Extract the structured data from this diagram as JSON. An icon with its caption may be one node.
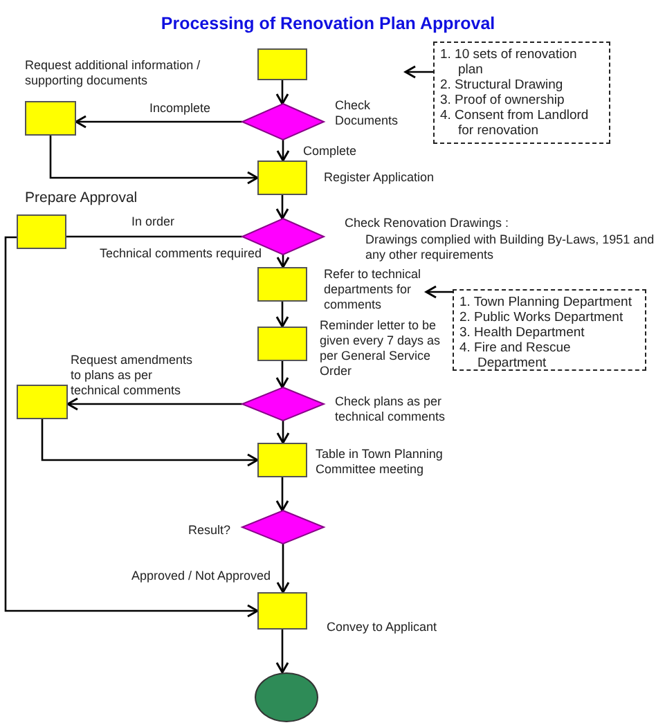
{
  "diagram": {
    "title": "Processing of Renovation Plan Approval",
    "nodes": [
      {
        "text": [],
        "shape": "box"
      },
      {
        "text": [],
        "shape": "diamond",
        "beside": [
          "Check Documents"
        ]
      },
      {
        "text": [],
        "shape": "box",
        "beside": [
          "Request additional information / supporting documents"
        ]
      },
      {
        "text": [],
        "shape": "box",
        "beside": [
          "Register Application"
        ]
      },
      {
        "text": [],
        "shape": "box",
        "beside": [
          "Prepare Approval"
        ]
      },
      {
        "text": [],
        "shape": "diamond",
        "beside": [
          "Check Renovation Drawings :",
          "Drawings complied with Building By-Laws, 1951 and any other requirements"
        ]
      },
      {
        "text": [],
        "shape": "box",
        "beside": [
          "Refer to technical departments for comments"
        ]
      },
      {
        "text": [],
        "shape": "box",
        "beside": [
          "Reminder letter to be given every 7 days as per General Service Order"
        ]
      },
      {
        "text": [],
        "shape": "box",
        "beside": [
          "Request amendments to plans as per technical comments"
        ]
      },
      {
        "text": [],
        "shape": "diamond",
        "beside": [
          "Check plans as per technical comments"
        ]
      },
      {
        "text": [],
        "shape": "box",
        "beside": [
          "Table in Town Planning Committee meeting"
        ]
      },
      {
        "text": [],
        "shape": "diamond",
        "beside": [
          "Result?"
        ]
      },
      {
        "text": [],
        "shape": "box",
        "beside": [
          "Convey to Applicant"
        ]
      },
      {
        "text": [],
        "shape": "circle"
      },
      {
        "text": [
          "1. 10 sets of renovation plan",
          "2. Structural Drawing",
          "3. Proof of ownership",
          "4. Consent from Landlord for renovation"
        ]
      },
      {
        "text": [
          "1. Town Planning Department",
          "2. Public Works Department",
          "3. Health Department",
          "4. Fire and Rescue Department"
        ]
      }
    ],
    "edges": [
      {
        "from": 0,
        "to": 1,
        "arrow": "to"
      },
      {
        "from": 1,
        "to": 2,
        "arrow": "to",
        "label": "Incomplete"
      },
      {
        "from": 1,
        "to": 3,
        "arrow": "to",
        "label": "Complete"
      },
      {
        "from": 2,
        "to": 3,
        "arrow": "to"
      },
      {
        "from": 3,
        "to": 5,
        "arrow": "to"
      },
      {
        "from": 5,
        "to": 4,
        "arrow": "none",
        "label": "In order"
      },
      {
        "from": 4,
        "to": 12,
        "arrow": "to"
      },
      {
        "from": 5,
        "to": 6,
        "arrow": "to",
        "label": "Technical comments required"
      },
      {
        "from": 6,
        "to": 7,
        "arrow": "to"
      },
      {
        "from": 7,
        "to": 9,
        "arrow": "to"
      },
      {
        "from": 9,
        "to": 8,
        "arrow": "to"
      },
      {
        "from": 8,
        "to": 10,
        "arrow": "to"
      },
      {
        "from": 9,
        "to": 10,
        "arrow": "to"
      },
      {
        "from": 10,
        "to": 11,
        "arrow": "to"
      },
      {
        "from": 11,
        "to": 12,
        "arrow": "to",
        "label": "Approved / Not Approved"
      },
      {
        "from": 12,
        "to": 13,
        "arrow": "to"
      },
      {
        "from": 14,
        "to": 1,
        "arrow": "to"
      },
      {
        "from": 15,
        "to": 6,
        "arrow": "to"
      }
    ]
  }
}
